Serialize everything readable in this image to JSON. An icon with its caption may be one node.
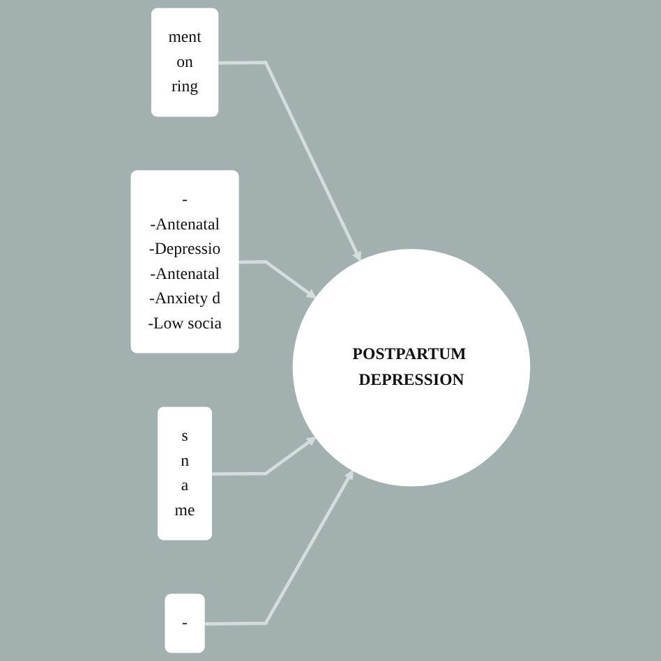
{
  "diagram": {
    "nodes": [
      {
        "text": [
          "ment",
          "on",
          "ring"
        ]
      },
      {
        "text": [
          "-",
          "-Antenatal",
          "-Depressio",
          "-Antenatal",
          "-Anxiety d",
          "-Low socia"
        ]
      },
      {
        "text": [
          "s",
          "n",
          "a",
          "me"
        ]
      },
      {
        "text": [
          "POSTPARTUM DEPRESSION"
        ]
      },
      {
        "text": [
          "-"
        ]
      }
    ],
    "edges": [
      {
        "from": 0,
        "to": 3,
        "arrow": "to"
      },
      {
        "from": 1,
        "to": 3,
        "arrow": "to"
      },
      {
        "from": 2,
        "to": 3,
        "arrow": "to"
      },
      {
        "from": 4,
        "to": 3,
        "arrow": "to"
      }
    ]
  }
}
